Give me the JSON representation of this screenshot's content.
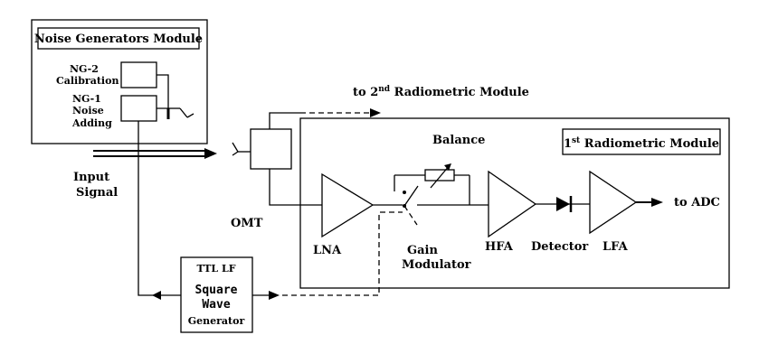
{
  "noise_module": {
    "title": "Noise Generators Module"
  },
  "ng2": {
    "line1": "NG-2",
    "line2": "Calibration"
  },
  "ng1": {
    "line1": "NG-1",
    "line2": "Noise",
    "line3": "Adding"
  },
  "input": {
    "line1": "Input",
    "line2": "Signal"
  },
  "omt": "OMT",
  "second_module": {
    "prefix": "to 2",
    "sup": "nd",
    "suffix": " Radiometric Module"
  },
  "first_module": {
    "prefix": "1",
    "sup": "st",
    "suffix": " Radiometric Module"
  },
  "balance": "Balance",
  "lna": "LNA",
  "gain_modulator": {
    "line1": "Gain",
    "line2": "Modulator"
  },
  "hfa": "HFA",
  "detector": "Detector",
  "lfa": "LFA",
  "adc": "to ADC",
  "ttl": {
    "line1": "TTL LF",
    "line2": "Square",
    "line3": "Wave",
    "line4": "Generator"
  }
}
